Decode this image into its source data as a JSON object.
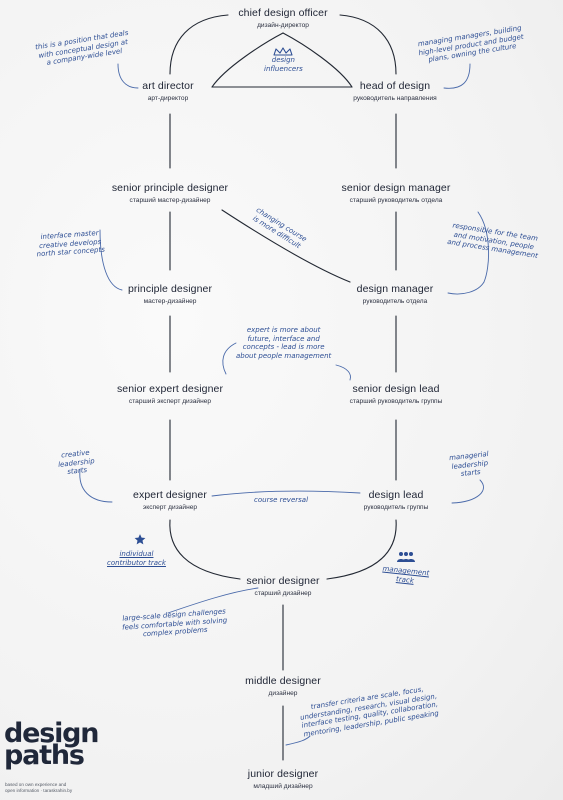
{
  "brand": {
    "line1": "design",
    "line2": "paths",
    "footnote_line1": "based on own experience and",
    "footnote_line2": "open information · taraskrahin.by"
  },
  "roles": {
    "chief_design_officer": {
      "en": "chief design officer",
      "ru": "дизайн-директор"
    },
    "art_director": {
      "en": "art director",
      "ru": "арт-директор"
    },
    "head_of_design": {
      "en": "head of design",
      "ru": "руководитель направления"
    },
    "senior_principle_designer": {
      "en": "senior principle designer",
      "ru": "старший мастер-дизайнер"
    },
    "senior_design_manager": {
      "en": "senior design manager",
      "ru": "старший руководитель отдела"
    },
    "principle_designer": {
      "en": "principle designer",
      "ru": "мастер-дизайнер"
    },
    "design_manager": {
      "en": "design manager",
      "ru": "руководитель отдела"
    },
    "senior_expert_designer": {
      "en": "senior expert designer",
      "ru": "старший эксперт дизайнер"
    },
    "senior_design_lead": {
      "en": "senior design lead",
      "ru": "старший руководитель группы"
    },
    "expert_designer": {
      "en": "expert designer",
      "ru": "эксперт дизайнер"
    },
    "design_lead": {
      "en": "design lead",
      "ru": "руководитель группы"
    },
    "senior_designer": {
      "en": "senior designer",
      "ru": "старший дизайнер"
    },
    "middle_designer": {
      "en": "middle designer",
      "ru": "дизайнер"
    },
    "junior_designer": {
      "en": "junior designer",
      "ru": "младший дизайнер"
    }
  },
  "notes": {
    "art_director": "this is a position that deals\nwith conceptual design at\na company-wide level",
    "design_influencers": "design\ninfluencers",
    "head_of_design": "managing managers, building\nhigh-level product and budget\nplans, owning the culture",
    "changing_course": "changing course\nis more difficult",
    "interface_master": "interface master\ncreative develops\nnorth star concepts",
    "responsible": "responsible for the team\nand motivation, people\nand process management",
    "expert_vs_lead": "expert is more about\nfuture, interface and\nconcepts - lead is more\nabout people management",
    "creative_leadership": "creative\nleadership\nstarts",
    "managerial_leadership": "managerial\nleadership\nstarts",
    "course_reversal": "course reversal",
    "individual_track": "individual\ncontributor track",
    "management_track": "management\ntrack",
    "large_scale": "large-scale design challenges\nfeels comfortable with solving\ncomplex problems",
    "transfer_criteria": "transfer criteria are scale, focus,\nunderstanding, research, visual design,\ninterface testing, quality, collaboration,\nmentoring, leadership, public speaking"
  },
  "icons": {
    "crown": "crown-icon",
    "star": "star-icon",
    "people": "people-icon"
  },
  "colors": {
    "ink": "#1d2333",
    "note": "#2d4e94",
    "line": "#222833",
    "background": "#f4f4f4"
  }
}
